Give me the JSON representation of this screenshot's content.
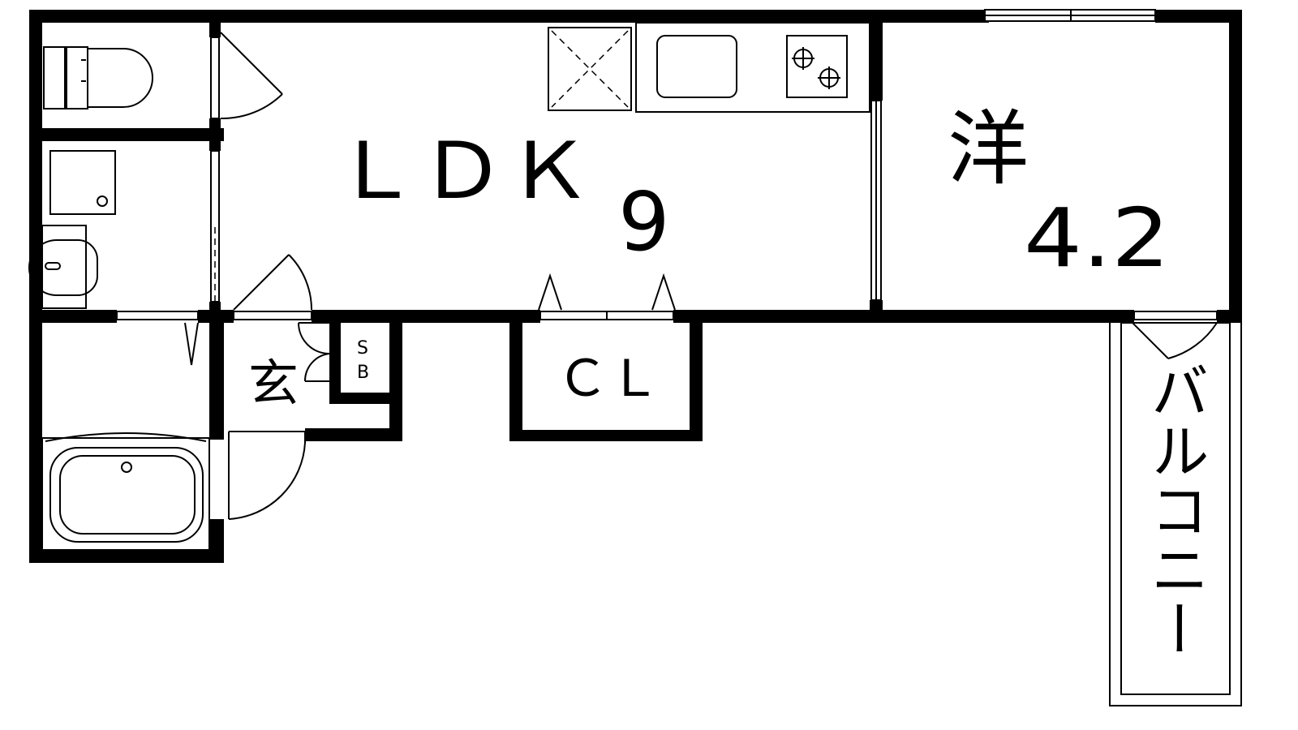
{
  "rooms": {
    "ldk_name": "ＬＤＫ",
    "ldk_size": "9",
    "western_name": "洋",
    "western_size": "4.2",
    "entrance": "玄",
    "shoe_box_top": "S",
    "shoe_box_bottom": "B",
    "closet": "ＣＬ",
    "balcony": "バルコニー"
  },
  "colors": {
    "line": "#000000",
    "background": "#ffffff"
  }
}
